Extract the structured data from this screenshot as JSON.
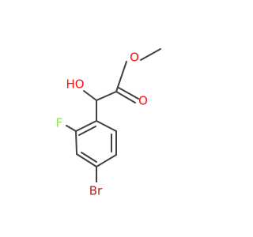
{
  "molecule": {
    "atoms": {
      "methyl_label": "",
      "ester_o": {
        "text": "O",
        "color": "#ff0d0d"
      },
      "carbonyl_o": {
        "text": "O",
        "color": "#ff0d0d"
      },
      "hydroxyl": {
        "text": "HO",
        "color": "#ff0d0d"
      },
      "fluorine": {
        "text": "F",
        "color": "#90e050"
      },
      "bromine": {
        "text": "Br",
        "color": "#a62929"
      }
    },
    "bond_color": "#404040"
  }
}
